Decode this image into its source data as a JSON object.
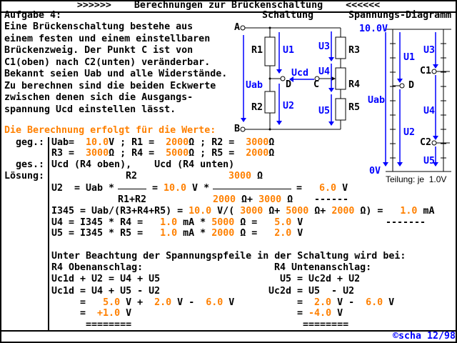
{
  "header": {
    "title": ">>>>>>    Berechnungen zur Brückenschaltung    <<<<<<"
  },
  "task": {
    "heading": "Aufgabe 4:",
    "lines": [
      "Eine Brückenschaltung bestehe aus",
      "einem festen und einem einstellbaren",
      "Brückenzweig. Der Punkt C ist von",
      "C1(oben) nach C2(unten) veränderbar.",
      "Bekannt seien Uab und alle Widerstände.",
      "Zu berechnen sind die beiden Eckwerte",
      "zwischen denen sich die Ausgangs-",
      "spannung Ucd einstellen lässt."
    ]
  },
  "circuit": {
    "title": "Schaltung",
    "labels": {
      "A": "A",
      "B": "B",
      "C": "C",
      "D": "D",
      "R1": "R1",
      "R2": "R2",
      "R3": "R3",
      "R4": "R4",
      "R5": "R5",
      "U1": "U1",
      "U2": "U2",
      "U3": "U3",
      "U4": "U4",
      "U5": "U5",
      "Uab": "Uab",
      "Ucd": "Ucd"
    }
  },
  "diagram": {
    "title": "Spannungs-Diagramm",
    "top_label": "10.0V",
    "bottom_label": "0V",
    "scale_text": "Teilung: je  1.0V",
    "labels": {
      "U1": "U1",
      "U2": "U2",
      "U3": "U3",
      "U4": "U4",
      "U5": "U5",
      "Uab": "Uab",
      "D": "D",
      "C1": "C1",
      "C2": "C2"
    }
  },
  "calc": {
    "intro": "Die Berechnung erfolgt für die Werte:",
    "side_labels": {
      "geg": "geg.:",
      "ges": "ges.:",
      "loesung": "Lösung:"
    },
    "lines": [
      [
        [
          "Uab=  ",
          "k"
        ],
        [
          "10.0",
          "o"
        ],
        [
          "V ; R1 =  ",
          "k"
        ],
        [
          "2000",
          "o"
        ],
        [
          "Ω ; R2 =  ",
          "k"
        ],
        [
          "3000",
          "o"
        ],
        [
          "Ω",
          "k"
        ]
      ],
      [
        [
          "R3 =  ",
          "k"
        ],
        [
          "3000",
          "o"
        ],
        [
          "Ω ; R4 =  ",
          "k"
        ],
        [
          "5000",
          "o"
        ],
        [
          "Ω ; R5 =  ",
          "k"
        ],
        [
          "2000",
          "o"
        ],
        [
          "Ω",
          "k"
        ]
      ],
      [
        [
          "Ucd (R4 oben),    Ucd (R4 unten)",
          "k"
        ]
      ],
      [
        [
          "R2",
          "k"
        ]
      ],
      [
        [
          "3000",
          "o"
        ],
        [
          " Ω",
          "k"
        ]
      ],
      [
        [
          "U2  = Uab *",
          "k"
        ]
      ],
      [
        [
          "= ",
          "k"
        ],
        [
          "10.0",
          "o"
        ],
        [
          " V *",
          "k"
        ]
      ],
      [
        [
          "=   ",
          "k"
        ],
        [
          "6.0",
          "o"
        ],
        [
          " V",
          "k"
        ]
      ],
      [
        [
          "R1+R2",
          "k"
        ]
      ],
      [
        [
          "2000",
          "o"
        ],
        [
          " Ω+ ",
          "k"
        ],
        [
          "3000",
          "o"
        ],
        [
          " Ω",
          "k"
        ]
      ],
      [
        [
          "------",
          "k"
        ]
      ],
      [
        [
          "I345 = Uab/(R3+R4+R5) = ",
          "k"
        ],
        [
          "10.0",
          "o"
        ],
        [
          " V/( ",
          "k"
        ],
        [
          "3000",
          "o"
        ],
        [
          " Ω+ ",
          "k"
        ],
        [
          "5000",
          "o"
        ],
        [
          " Ω+ ",
          "k"
        ],
        [
          "2000",
          "o"
        ],
        [
          " Ω) =   ",
          "k"
        ],
        [
          "1.0",
          "o"
        ],
        [
          " mA",
          "k"
        ]
      ],
      [
        [
          "-------",
          "k"
        ]
      ],
      [
        [
          "U4 = I345 * R4 =   ",
          "k"
        ],
        [
          "1.0",
          "o"
        ],
        [
          " mA * ",
          "k"
        ],
        [
          "5000",
          "o"
        ],
        [
          " Ω =   ",
          "k"
        ],
        [
          "5.0",
          "o"
        ],
        [
          " V",
          "k"
        ]
      ],
      [
        [
          "U5 = I345 * R5 =   ",
          "k"
        ],
        [
          "1.0",
          "o"
        ],
        [
          " mA * ",
          "k"
        ],
        [
          "2000",
          "o"
        ],
        [
          " Ω =   ",
          "k"
        ],
        [
          "2.0",
          "o"
        ],
        [
          " V",
          "k"
        ]
      ],
      [
        [
          "Unter Beachtung der Spannungspfeile in der Schaltung wird bei:",
          "k"
        ]
      ],
      [
        [
          "R4 Obenanschlag:",
          "k"
        ]
      ],
      [
        [
          "R4 Untenanschlag:",
          "k"
        ]
      ],
      [
        [
          "Uc1d + U2 = U4 + U5",
          "k"
        ]
      ],
      [
        [
          "U5 = Uc2d + U2",
          "k"
        ]
      ],
      [
        [
          "Uc1d = U4 + U5 - U2",
          "k"
        ]
      ],
      [
        [
          "Uc2d = U5  - U2",
          "k"
        ]
      ],
      [
        [
          "     =   ",
          "k"
        ],
        [
          "5.0",
          "o"
        ],
        [
          " V +  ",
          "k"
        ],
        [
          "2.0",
          "o"
        ],
        [
          " V -  ",
          "k"
        ],
        [
          "6.0",
          "o"
        ],
        [
          " V",
          "k"
        ]
      ],
      [
        [
          "     =  ",
          "k"
        ],
        [
          "2.0",
          "o"
        ],
        [
          " V -  ",
          "k"
        ],
        [
          "6.0",
          "o"
        ],
        [
          " V",
          "k"
        ]
      ],
      [
        [
          "     =  ",
          "k"
        ],
        [
          "+1.0",
          "o"
        ],
        [
          " V",
          "k"
        ]
      ],
      [
        [
          "     = ",
          "k"
        ],
        [
          "-4.0",
          "o"
        ],
        [
          " V",
          "k"
        ]
      ],
      [
        [
          "      ========",
          "k"
        ]
      ],
      [
        [
          "      ========",
          "k"
        ]
      ]
    ]
  },
  "footer": {
    "credit": "©scha 12/98"
  },
  "colors": {
    "orange": "#ff8000",
    "blue": "#0000ff"
  }
}
